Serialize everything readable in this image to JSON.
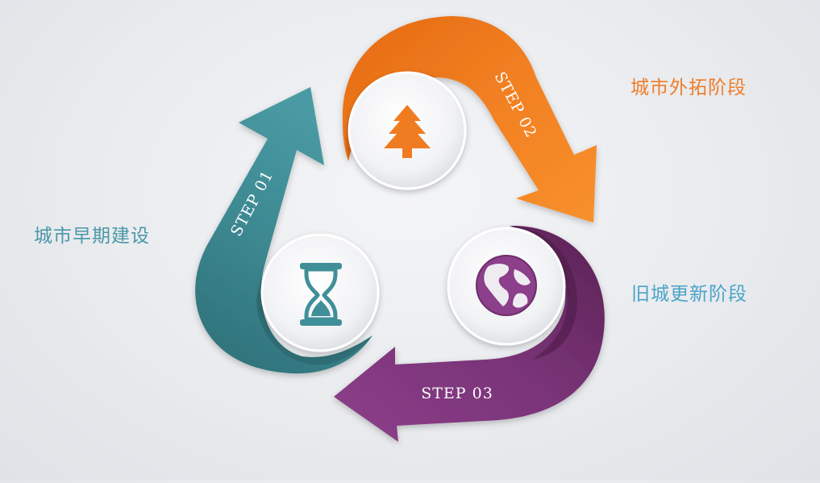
{
  "steps": [
    {
      "step_label": "STEP 01",
      "stage_name": "城市早期建设",
      "icon": "hourglass-icon",
      "color": "#3f8f99",
      "label_color": "#4a98a8"
    },
    {
      "step_label": "STEP 02",
      "stage_name": "城市外拓阶段",
      "icon": "tree-icon",
      "color": "#f07c22",
      "label_color": "#f07c28"
    },
    {
      "step_label": "STEP 03",
      "stage_name": "旧城更新阶段",
      "icon": "globe-icon",
      "color": "#7a3478",
      "label_color": "#4aa3c8"
    }
  ]
}
